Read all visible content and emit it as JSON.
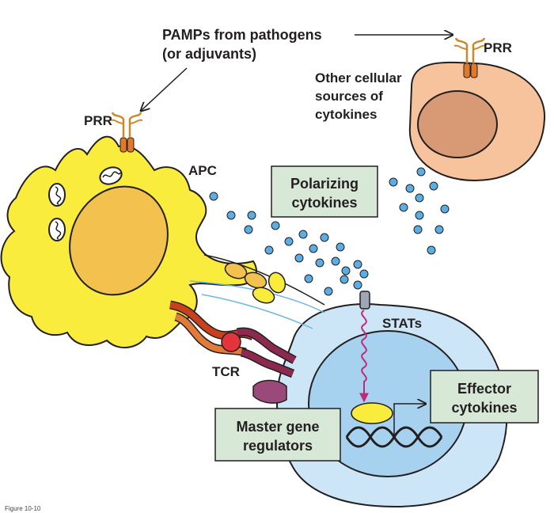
{
  "labels": {
    "pamps_line1": "PAMPs from pathogens",
    "pamps_line2": "(or adjuvants)",
    "prr_left": "PRR",
    "prr_right": "PRR",
    "other_line1": "Other cellular",
    "other_line2": "sources of",
    "other_line3": "cytokines",
    "apc": "APC",
    "stats": "STATs",
    "tcr": "TCR"
  },
  "boxes": {
    "polarizing_line1": "Polarizing",
    "polarizing_line2": "cytokines",
    "effector_line1": "Effector",
    "effector_line2": "cytokines",
    "master_line1": "Master gene",
    "master_line2": "regulators"
  },
  "caption": "Figure 10-10",
  "colors": {
    "apc_fill": "#f9ec3c",
    "apc_nucleus": "#f2c14e",
    "other_cell": "#f6c39c",
    "other_nucleus": "#d79a74",
    "t_cell_outer": "#cde6f7",
    "t_cell_inner": "#a6d2f0",
    "box_fill": "#d8e8d6",
    "cytokine_dot": "#5aaee3",
    "receptor": "#c9882a"
  },
  "icons": [
    "prr-receptor-icon",
    "mitochondrion-icon",
    "dna-helix-icon",
    "arrow-icon"
  ]
}
